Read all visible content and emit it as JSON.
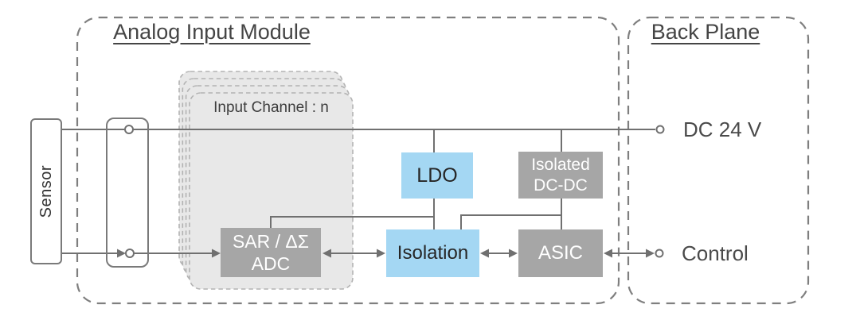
{
  "colors": {
    "accent_blue": "#A4D7F3",
    "box_gray": "#A6A6A6",
    "card_gray": "#E8E8E8",
    "card_stroke": "#B3B3B3",
    "line_color": "#707070",
    "dash_color": "#7F7F7F",
    "border_gray": "#7A7A7A",
    "text_dark": "#333333",
    "text_heading": "#454545",
    "text_white": "#FFFFFF",
    "text_label": "#4A4A4A"
  },
  "containers": {
    "analog_input_module": {
      "title": "Analog Input Module"
    },
    "back_plane": {
      "title": "Back Plane"
    }
  },
  "blocks": {
    "sensor": {
      "label": "Sensor"
    },
    "input_channel": {
      "label": "Input Channel : n"
    },
    "adc": {
      "line1": "SAR / ΔΣ",
      "line2": "ADC"
    },
    "ldo": {
      "label": "LDO"
    },
    "isolation": {
      "label": "Isolation"
    },
    "isolated_dcdc": {
      "line1": "Isolated",
      "line2": "DC-DC"
    },
    "asic": {
      "label": "ASIC"
    }
  },
  "terminals": {
    "dc24": {
      "label": "DC 24 V"
    },
    "control": {
      "label": "Control"
    }
  }
}
